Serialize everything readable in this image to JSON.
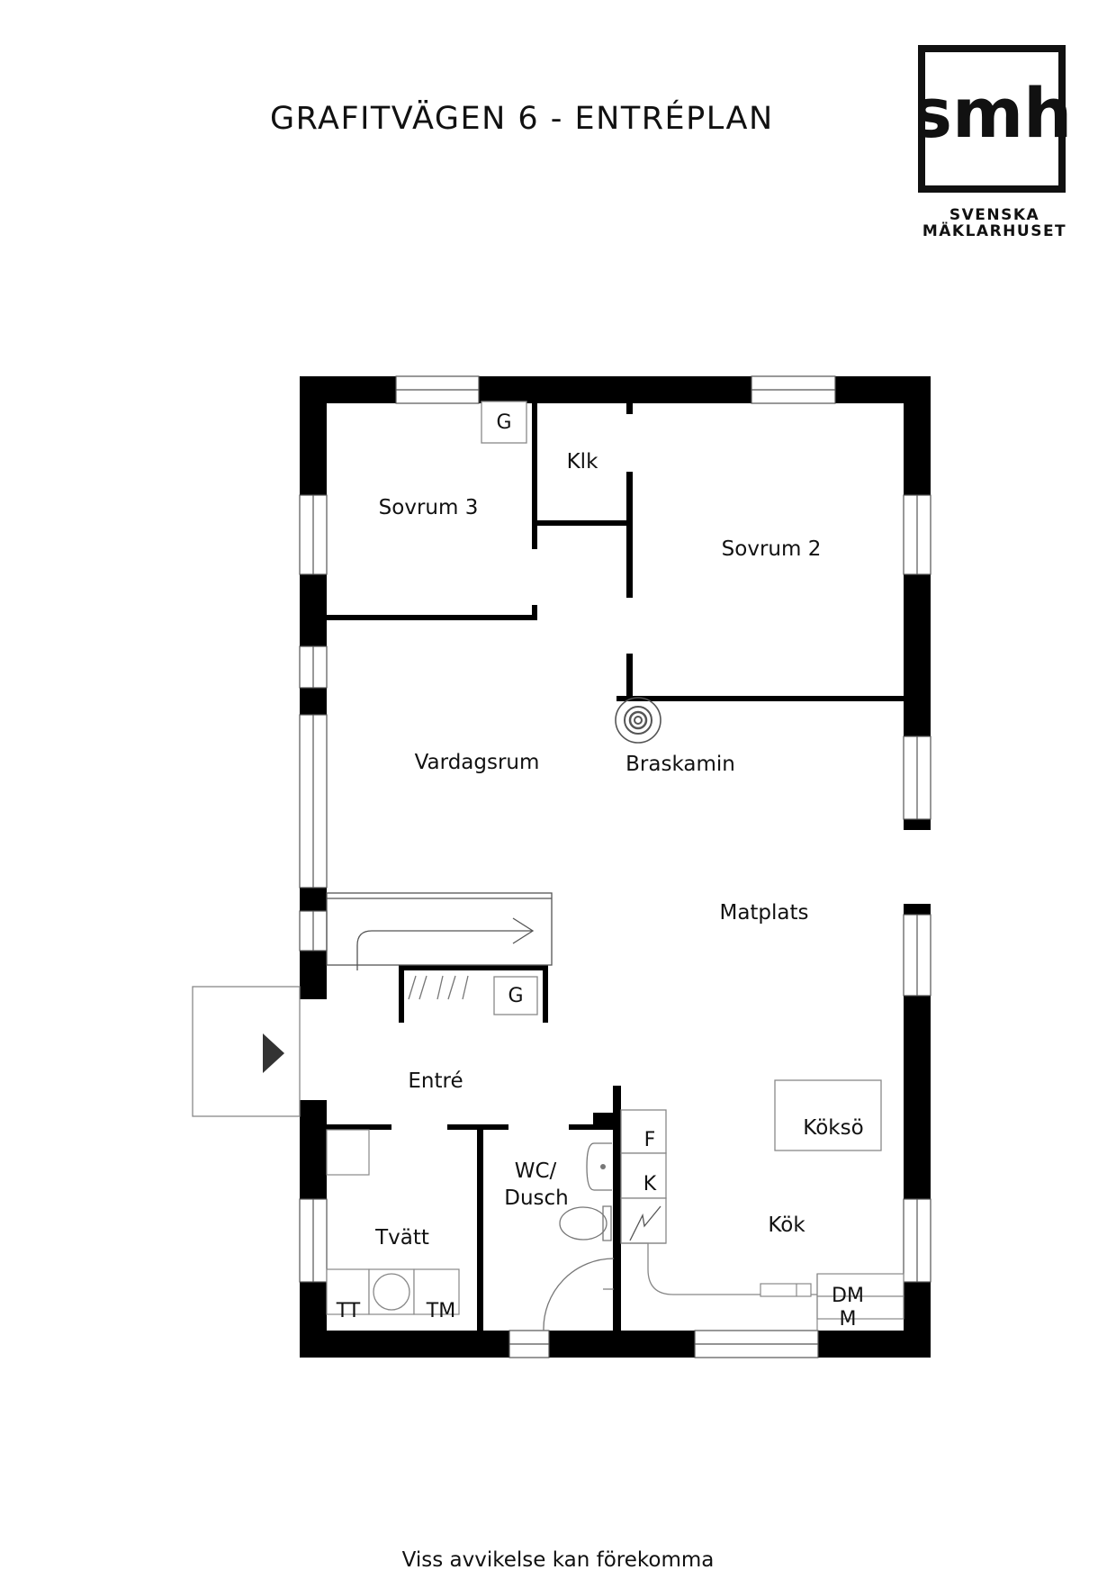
{
  "header": {
    "title": "GRAFITVÄGEN 6 - ENTRÉPLAN"
  },
  "logo": {
    "mark": "smh",
    "line1": "SVENSKA",
    "line2": "MÄKLARHUSET"
  },
  "plan": {
    "rooms": {
      "sovrum3": "Sovrum 3",
      "klk": "Klk",
      "sovrum2": "Sovrum 2",
      "vardagsrum": "Vardagsrum",
      "braskamin": "Braskamin",
      "matplats": "Matplats",
      "entre": "Entré",
      "koksio": "Köksö",
      "wc_line1": "WC/",
      "wc_line2": "Dusch",
      "tvatt": "Tvätt",
      "kok": "Kök"
    },
    "fixtures": {
      "g_top": "G",
      "g_hall": "G",
      "f": "F",
      "k": "K",
      "tt": "TT",
      "tm": "TM",
      "dm": "DM",
      "m": "M"
    }
  },
  "footer": {
    "note": "Viss avvikelse kan förekomma"
  }
}
